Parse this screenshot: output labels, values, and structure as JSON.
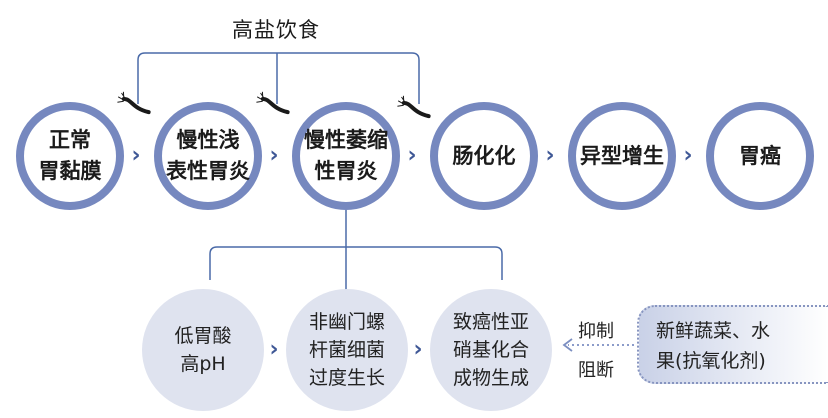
{
  "risk_factor_label": "高盐饮食",
  "stages": [
    {
      "lines": [
        "正常",
        "胃黏膜"
      ]
    },
    {
      "lines": [
        "慢性浅",
        "表性胃炎"
      ]
    },
    {
      "lines": [
        "慢性萎缩",
        "性胃炎"
      ]
    },
    {
      "lines": [
        "肠化化"
      ]
    },
    {
      "lines": [
        "异型增生"
      ]
    },
    {
      "lines": [
        "胃癌"
      ]
    }
  ],
  "causes": [
    {
      "lines": [
        "低胃酸",
        "高pH"
      ]
    },
    {
      "lines": [
        "非幽门螺",
        "杆菌细菌",
        "过度生长"
      ]
    },
    {
      "lines": [
        "致癌性亚",
        "硝基化合",
        "成物生成"
      ]
    }
  ],
  "actions": [
    "抑制",
    "阻断"
  ],
  "protective": {
    "lines": [
      "新鲜蔬菜、水",
      "果(抗氧化剂)"
    ]
  },
  "colors": {
    "ring": "#7688bf",
    "connector": "#4a6aa8",
    "arrow": "#3f5896",
    "factor_fill": "#dfe3ef"
  },
  "icons": [
    "bacterium-icon",
    "chevron-right-icon"
  ]
}
